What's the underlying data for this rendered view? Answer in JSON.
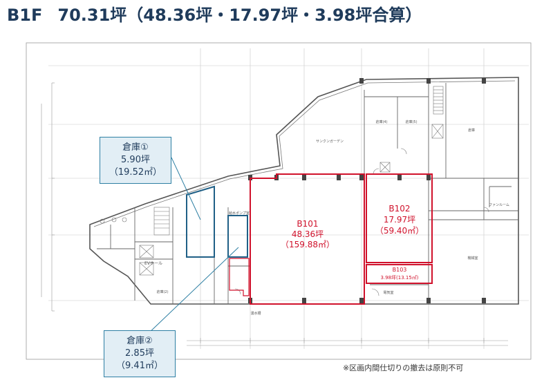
{
  "header": {
    "floor": "B1F",
    "area_summary": "70.31坪（48.36坪・17.97坪・3.98坪合算）"
  },
  "colors": {
    "title": "#1f3b5b",
    "unit_outline": "#d0112b",
    "storage_outline": "#1f5f86",
    "callout_fill": "#e2eef5",
    "callout_border": "#2d7fa3",
    "wall": "#555555"
  },
  "units": [
    {
      "id": "B101",
      "area_tsubo": "48.36坪",
      "area_m2": "（159.88㎡）"
    },
    {
      "id": "B102",
      "area_tsubo": "17.97坪",
      "area_m2": "（59.40㎡）"
    },
    {
      "id": "B103",
      "area_combined": "3.98坪(13.15㎡)"
    }
  ],
  "storage": [
    {
      "name": "倉庫①",
      "area_tsubo": "5.90坪",
      "area_m2": "（19.52㎡）"
    },
    {
      "name": "倉庫②",
      "area_tsubo": "2.85坪",
      "area_m2": "（9.41㎡）"
    }
  ],
  "room_labels": {
    "ev_hall": "EVホール",
    "sunken": "サンクンガーデン",
    "fan_room": "ファンルーム",
    "storage_r": "倉庫",
    "machine": "機械室",
    "elec": "電気室",
    "pump": "給水ポンプ室",
    "pit": "湧水槽",
    "store_left": "倉庫(2)",
    "store_top1": "倉庫(4)",
    "store_top2": "倉庫(5)"
  },
  "note": "※区画内間仕切りの撤去は原則不可"
}
